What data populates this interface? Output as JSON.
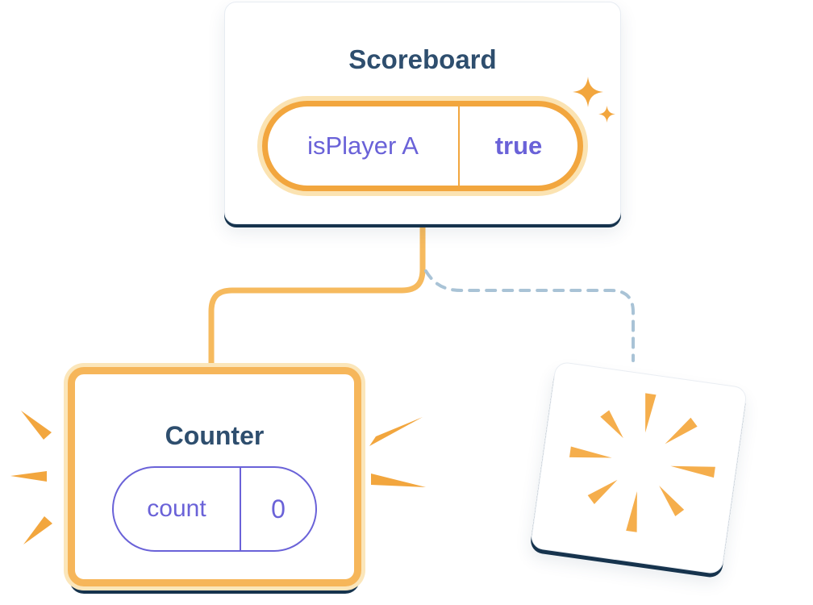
{
  "diagram": {
    "scoreboard": {
      "title": "Scoreboard",
      "state_label": "isPlayer A",
      "state_value": "true"
    },
    "counter": {
      "title": "Counter",
      "state_label": "count",
      "state_value": "0"
    },
    "icons": {
      "sparkle": "sparkle-icon",
      "burst": "burst-icon",
      "emphasis": "emphasis-strokes"
    },
    "colors": {
      "title_navy": "#2e4e6e",
      "purple": "#6a62d8",
      "orange": "#f2a63e",
      "orange_line": "#f6ba5e",
      "orange_halo": "#fbe3b2",
      "dashed_blue": "#a9c3d6",
      "shadow_navy": "#16334d"
    }
  }
}
